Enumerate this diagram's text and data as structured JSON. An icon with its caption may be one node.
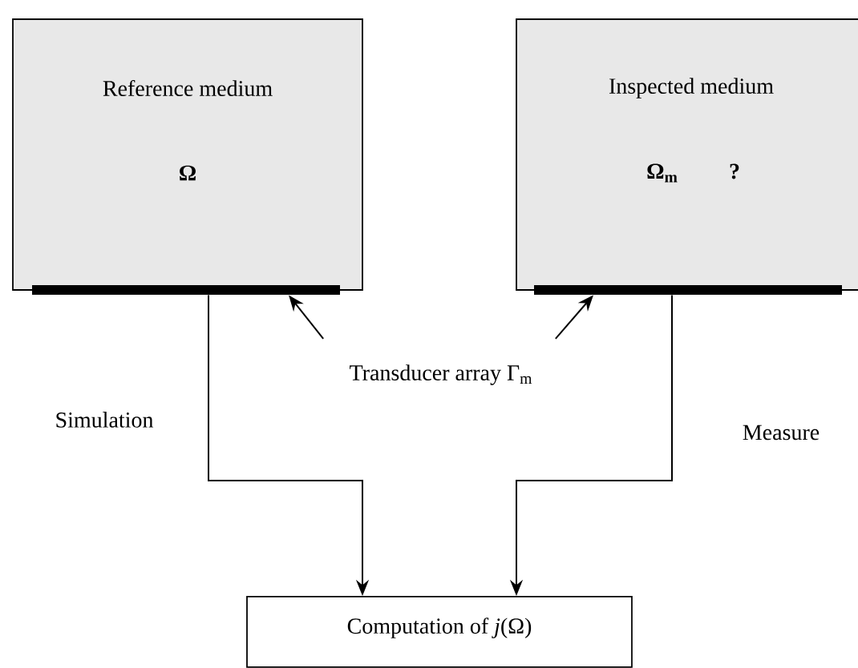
{
  "diagram": {
    "nodes": [
      {
        "text": [
          "Reference medium",
          "Ω"
        ]
      },
      {
        "text": [
          "Inspected medium",
          "Ω$_{m}$",
          "?"
        ]
      },
      {
        "text": [],
        "shape": "bar"
      },
      {
        "text": [],
        "shape": "bar"
      },
      {
        "text": [
          "Transducer array Γ$_{m}$"
        ]
      },
      {
        "text": [
          "Computation of *j*(Ω)"
        ]
      }
    ],
    "edges": [
      {
        "from": 4,
        "to": 2,
        "arrow": "to"
      },
      {
        "from": 4,
        "to": 3,
        "arrow": "to"
      },
      {
        "from": 2,
        "to": 5,
        "arrow": "to",
        "label": "Simulation"
      },
      {
        "from": 3,
        "to": 5,
        "arrow": "to",
        "label": "Measure"
      }
    ]
  }
}
